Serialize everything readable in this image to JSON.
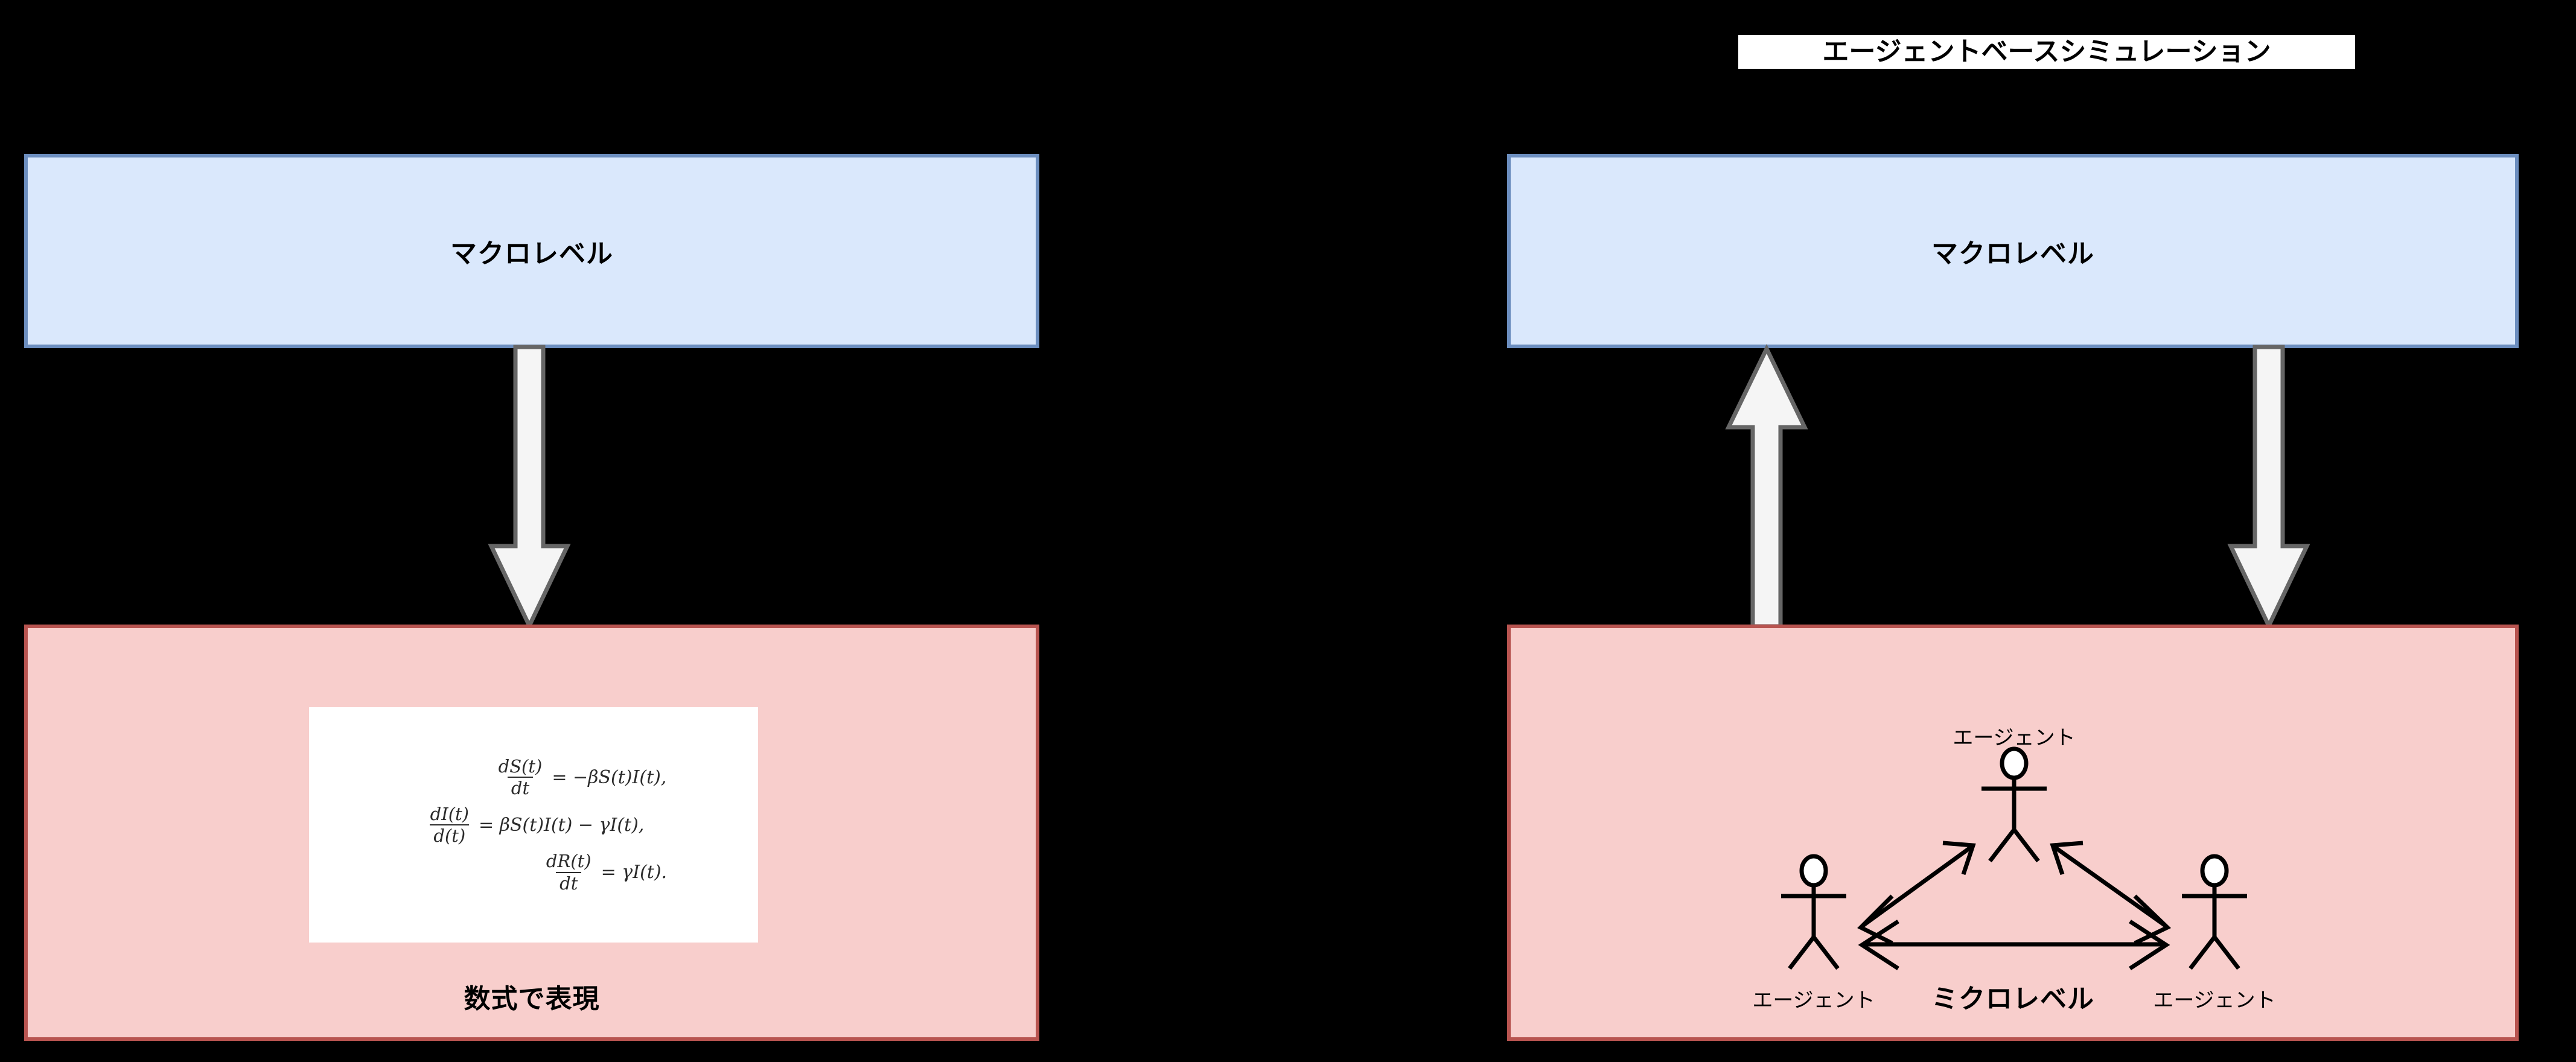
{
  "diagram": {
    "background_color": "#000000",
    "title": {
      "text": "エージェントベースシミュレーション",
      "background_color": "#ffffff",
      "text_color": "#000000"
    },
    "colors": {
      "macro_fill": "#dae8fc",
      "macro_stroke": "#6c8ebf",
      "micro_fill": "#f8cecc",
      "micro_stroke": "#b85450",
      "arrow_fill": "#f5f5f5",
      "arrow_stroke": "#666666",
      "panel_fill": "#ffffff"
    },
    "left_panel": {
      "macro_label": "マクロレベル",
      "micro_label": "数式で表現",
      "arrow": {
        "name": "macro-to-micro-arrow",
        "direction": "down"
      },
      "equations": [
        {
          "numerator": "dS(t)",
          "denominator": "dt",
          "rhs": "= −βS(t)I(t),"
        },
        {
          "numerator": "dI(t)",
          "denominator": "d(t)",
          "rhs": "= βS(t)I(t) − γI(t),"
        },
        {
          "numerator": "dR(t)",
          "denominator": "dt",
          "rhs": "= γI(t)."
        }
      ]
    },
    "right_panel": {
      "macro_label": "マクロレベル",
      "micro_label": "ミクロレベル",
      "arrows": [
        {
          "name": "micro-to-macro-arrow",
          "direction": "up"
        },
        {
          "name": "macro-to-micro-arrow",
          "direction": "down"
        }
      ],
      "agents": [
        {
          "label": "エージェント",
          "position": "top"
        },
        {
          "label": "エージェント",
          "position": "bottom-left"
        },
        {
          "label": "エージェント",
          "position": "bottom-right"
        }
      ],
      "interactions": [
        {
          "from": "bottom-left",
          "to": "top",
          "type": "bidirectional"
        },
        {
          "from": "top",
          "to": "bottom-right",
          "type": "bidirectional"
        },
        {
          "from": "bottom-left",
          "to": "bottom-right",
          "type": "bidirectional"
        }
      ]
    }
  }
}
